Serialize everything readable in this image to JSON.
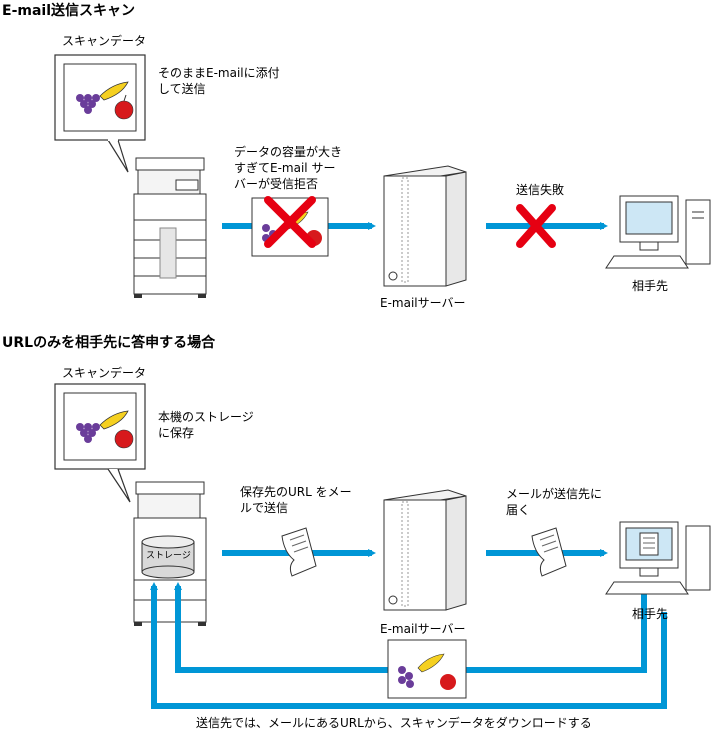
{
  "section1": {
    "title": "E-mail送信スキャン",
    "scan_data_label": "スキャンデータ",
    "balloon_text": [
      "そのままE-mailに添付",
      "して送信"
    ],
    "error_note": [
      "データの容量が大き",
      "すぎてE-mail サー",
      "バーが受信拒否"
    ],
    "send_fail_label": "送信失敗",
    "server_label": "E-mailサーバー",
    "recipient_label": "相手先"
  },
  "section2": {
    "title": "URLのみを相手先に答申する場合",
    "scan_data_label": "スキャンデータ",
    "balloon_text": [
      "本機のストレージ",
      "に保存"
    ],
    "storage_label": "ストレージ",
    "url_note": [
      "保存先のURL をメー",
      "ルで送信"
    ],
    "mail_note": [
      "メールが送信先に",
      "届く"
    ],
    "server_label": "E-mailサーバー",
    "recipient_label": "相手先",
    "caption": "送信先では、メールにあるURLから、スキャンデータをダウンロードする"
  },
  "colors": {
    "arrow": "#0096d6",
    "cross": "#e60012",
    "outline": "#333333"
  }
}
